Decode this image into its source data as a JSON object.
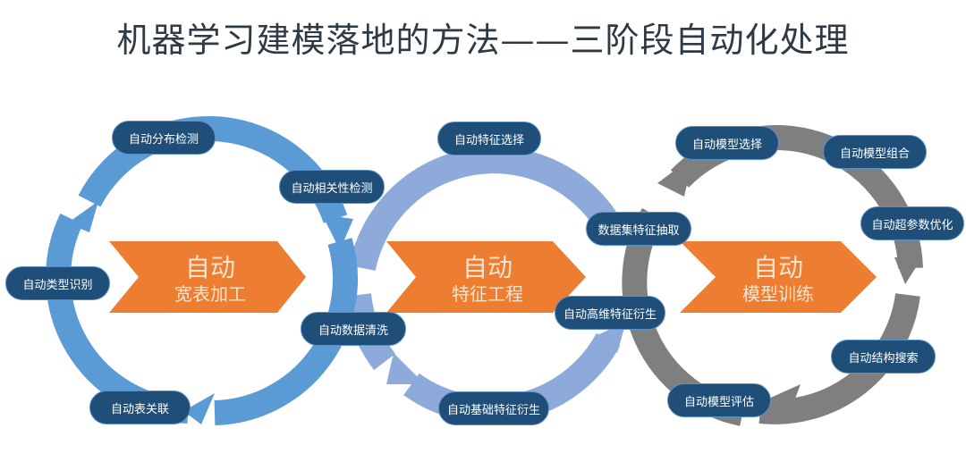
{
  "title": "机器学习建模落地的方法——三阶段自动化处理",
  "colors": {
    "ring1": "#5b9bd5",
    "ring2": "#8eaadb",
    "ring3": "#7f7f7f",
    "chevron": "#ed7d31",
    "pill": "#1f4e79"
  },
  "stages": [
    {
      "head": "自动",
      "name": "宽表加工",
      "steps": [
        "自动分布检测",
        "自动相关性检测",
        "自动数据清洗",
        "自动表关联",
        "自动类型识别"
      ]
    },
    {
      "head": "自动",
      "name": "特征工程",
      "steps": [
        "自动特征选择",
        "数据集特征抽取",
        "自动高维特征衍生",
        "自动基础特征衍生"
      ]
    },
    {
      "head": "自动",
      "name": "模型训练",
      "steps": [
        "自动模型选择",
        "自动模型组合",
        "自动超参数优化",
        "自动结构搜索",
        "自动模型评估"
      ]
    }
  ]
}
